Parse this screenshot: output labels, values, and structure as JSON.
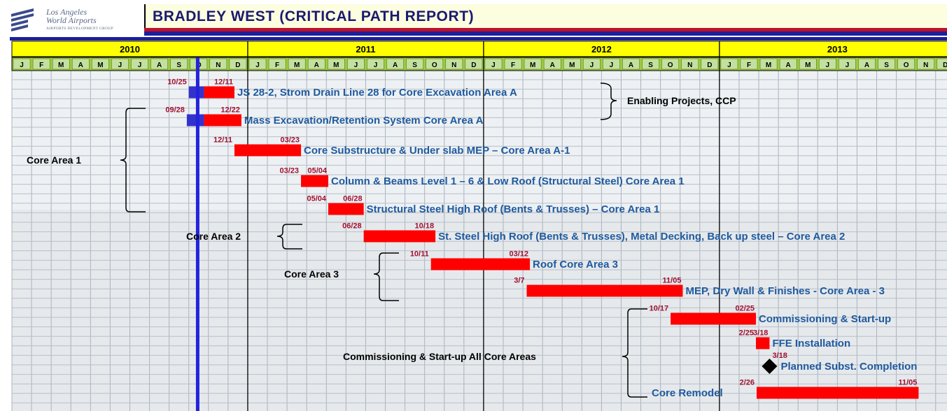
{
  "header": {
    "logo_line1": "Los Angeles",
    "logo_line2": "World Airports",
    "logo_line3": "AIRPORTS DEVELOPMENT GROUP",
    "title": "BRADLEY WEST (CRITICAL PATH REPORT)"
  },
  "colors": {
    "year_band": "#ffff00",
    "month_band": "#9ccb3c",
    "task_bar": "#ff0000",
    "baseline_bar": "#3333cc",
    "today_line": "#2222dd",
    "task_label": "#1f5a9e",
    "date_label": "#a01030",
    "title": "#1a1a70"
  },
  "chart_data": {
    "type": "gantt",
    "years": [
      "2010",
      "2011",
      "2012",
      "2013"
    ],
    "months": [
      "J",
      "F",
      "M",
      "A",
      "M",
      "J",
      "J",
      "A",
      "S",
      "O",
      "N",
      "D"
    ],
    "status_date": "2010-10-15",
    "tasks": [
      {
        "label": "JS 28-2, Strom Drain Line 28  for Core Excavation Area A",
        "start_label": "10/25",
        "end_label": "12/11",
        "start": "2010-10-25",
        "end": "2010-12-11",
        "baseline_start": "2010-10-01",
        "baseline_end": "2010-10-25"
      },
      {
        "label": "Mass Excavation/Retention System Core Area A",
        "start_label": "09/28",
        "end_label": "12/22",
        "start": "2010-10-25",
        "end": "2010-12-22",
        "baseline_start": "2010-09-28",
        "baseline_end": "2010-10-25"
      },
      {
        "label": "Core Substructure & Under slab MEP – Core Area A-1",
        "start_label": "12/11",
        "end_label": "03/23",
        "start": "2010-12-11",
        "end": "2011-03-23"
      },
      {
        "label": "Column & Beams Level 1 – 6 & Low Roof (Structural Steel) Core Area 1",
        "start_label": "03/23",
        "end_label": "05/04",
        "start": "2011-03-23",
        "end": "2011-05-04"
      },
      {
        "label": "Structural Steel High Roof (Bents & Trusses) – Core Area 1",
        "start_label": "05/04",
        "end_label": "06/28",
        "start": "2011-05-04",
        "end": "2011-06-28"
      },
      {
        "label": "St. Steel High Roof (Bents & Trusses), Metal Decking, Back up steel – Core Area 2",
        "start_label": "06/28",
        "end_label": "10/18",
        "start": "2011-06-28",
        "end": "2011-10-18"
      },
      {
        "label": "Roof Core Area 3",
        "start_label": "10/11",
        "end_label": "03/12",
        "start": "2011-10-11",
        "end": "2012-03-12"
      },
      {
        "label": "MEP, Dry Wall & Finishes  - Core Area - 3",
        "start_label": "3/7",
        "end_label": "11/05",
        "start": "2012-03-07",
        "end": "2012-11-05"
      },
      {
        "label": "Commissioning & Start-up",
        "start_label": "10/17",
        "end_label": "02/25",
        "start": "2012-10-17",
        "end": "2013-02-25"
      },
      {
        "label": "FFE Installation",
        "start_label": "2/25",
        "end_label": "3/18",
        "start": "2013-02-25",
        "end": "2013-03-18"
      },
      {
        "label": "Planned Subst. Completion",
        "start_label": "3/18",
        "end_label": "",
        "start": "2013-03-18",
        "milestone": true
      },
      {
        "label": "Core  Remodel",
        "start_label": "2/26",
        "end_label": "11/05",
        "start": "2013-02-26",
        "end": "2013-11-05"
      }
    ],
    "groups": [
      {
        "label": "Enabling Projects, CCP",
        "tasks": [
          0,
          1
        ]
      },
      {
        "label": "Core Area 1",
        "tasks": [
          1,
          4
        ]
      },
      {
        "label": "Core Area 2",
        "tasks": [
          5,
          5
        ]
      },
      {
        "label": "Core Area 3",
        "tasks": [
          6,
          7
        ]
      },
      {
        "label": "Commissioning & Start-up All Core Areas",
        "tasks": [
          8,
          11
        ]
      }
    ]
  }
}
